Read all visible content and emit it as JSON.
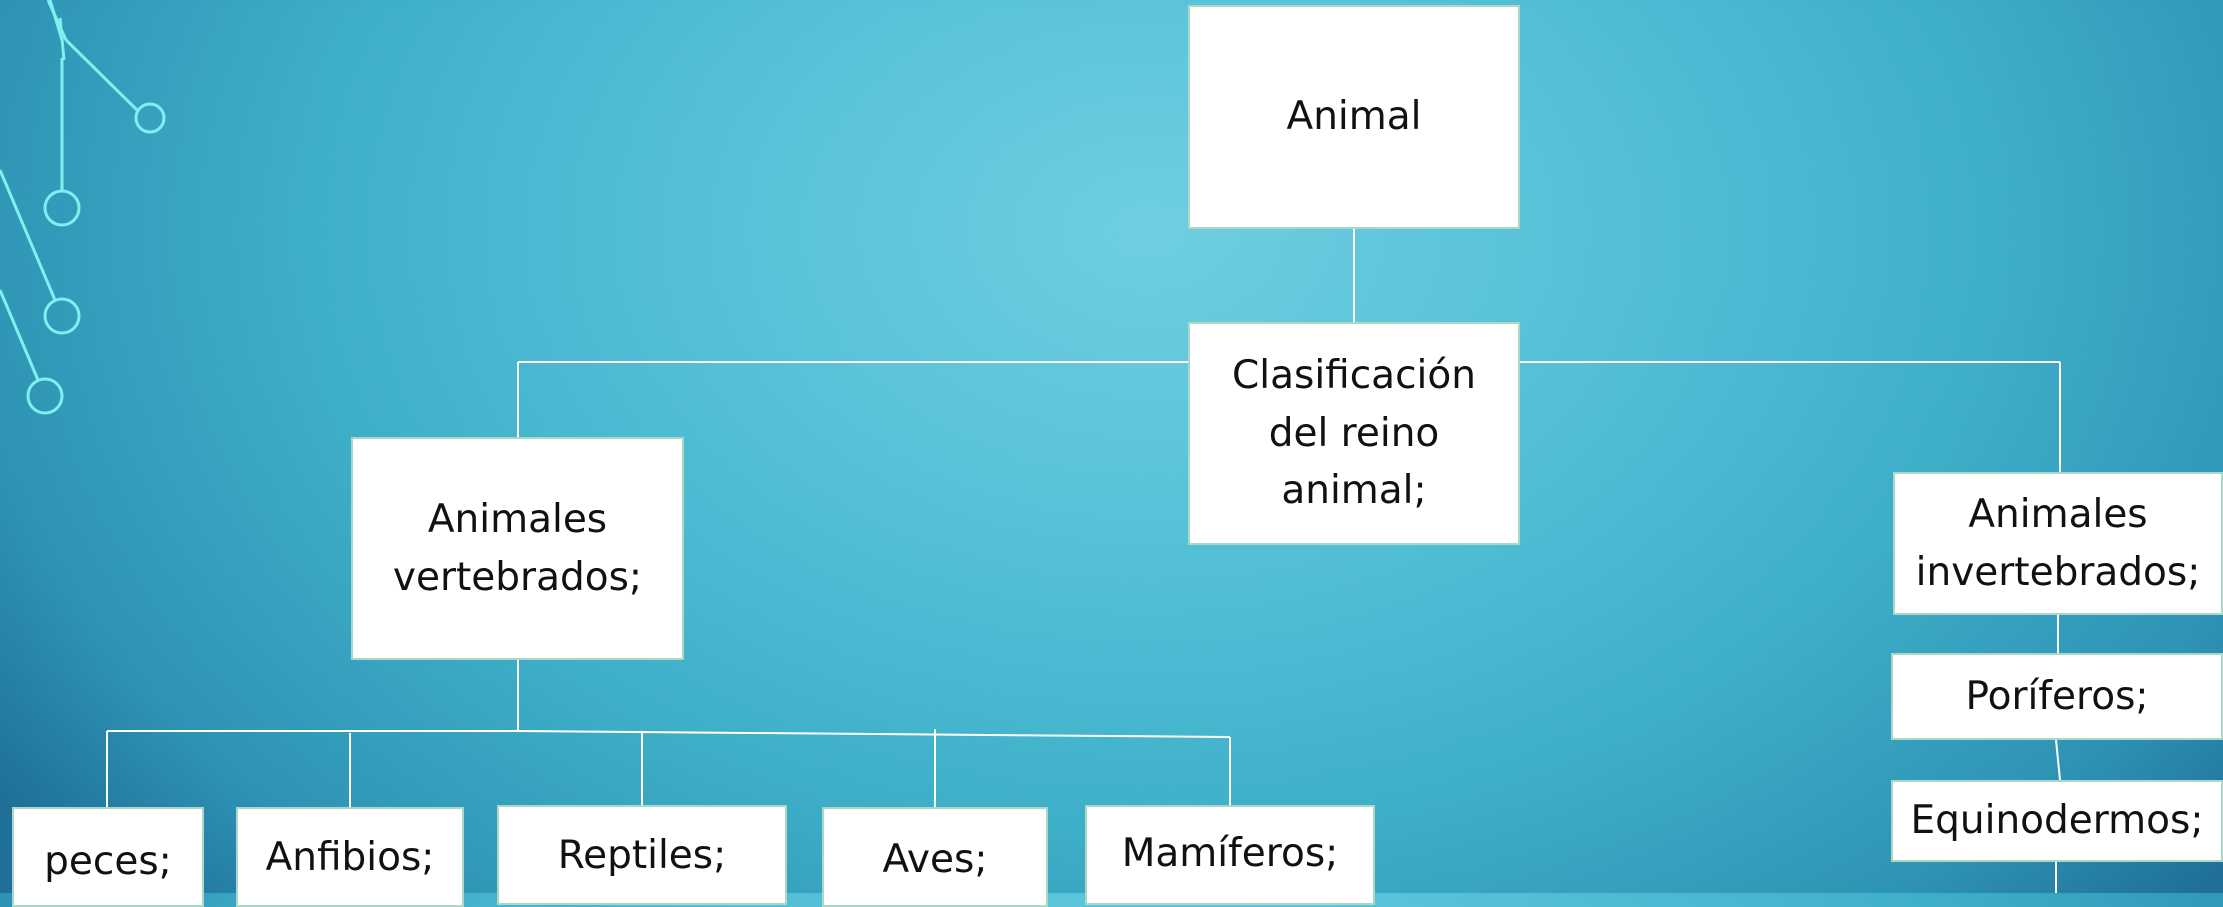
{
  "nodes": {
    "root": "Animal",
    "classification": "Clasificación del reino animal;",
    "vertebrates": "Animales vertebrados;",
    "invertebrates": "Animales invertebrados;",
    "fish": "peces;",
    "amphibians": "Anfibios;",
    "reptiles": "Reptiles;",
    "birds": "Aves;",
    "mammals": "Mamíferos;",
    "porifera": "Poríferos;",
    "echinoderms": "Equinodermos;"
  },
  "colors": {
    "background": "#52bfd6",
    "box_fill": "#ffffff",
    "box_border": "#a9d9c5",
    "connector": "#ffffff",
    "decoration": "#7ff0f0"
  }
}
